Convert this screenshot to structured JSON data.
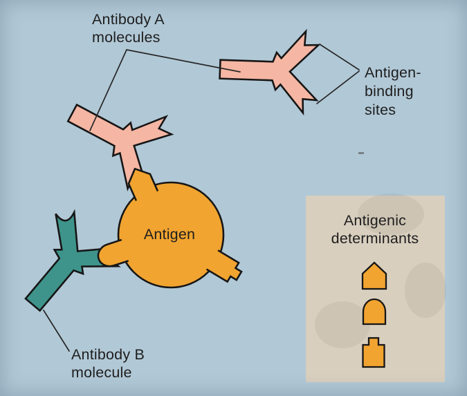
{
  "colors": {
    "background": "#b1c8d6",
    "antibody_a_fill": "#f5b6a3",
    "antibody_b_fill": "#3e948b",
    "antigen_fill": "#f1a430",
    "legend_box_fill": "#d9cfbf",
    "outline": "#161616",
    "leader_line": "#262626",
    "text": "#1e1e1e"
  },
  "labels": {
    "antibody_a_line1": "Antibody A",
    "antibody_a_line2": "molecules",
    "binding_sites_line1": "Antigen-",
    "binding_sites_line2": "binding",
    "binding_sites_line3": "sites",
    "antigen": "Antigen",
    "antibody_b_line1": "Antibody B",
    "antibody_b_line2": "molecule",
    "legend_title_line1": "Antigenic",
    "legend_title_line2": "determinants"
  },
  "legend": {
    "determinant_shapes": [
      "pentagon-determinant",
      "dome-determinant",
      "notched-tab-determinant"
    ]
  }
}
